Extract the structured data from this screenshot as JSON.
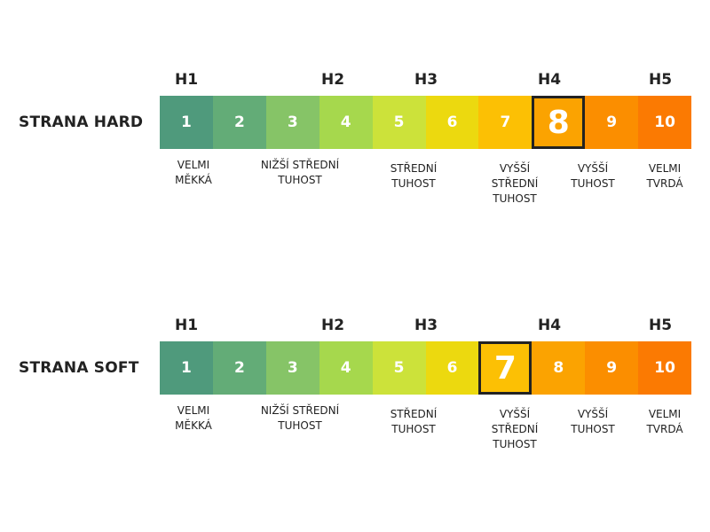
{
  "scales": [
    {
      "title": "STRANA HARD",
      "selected": 8,
      "h_labels": [
        "H1",
        "H2",
        "H3",
        "H4",
        "H5"
      ],
      "cells": [
        "1",
        "2",
        "3",
        "4",
        "5",
        "6",
        "7",
        "8",
        "9",
        "10"
      ],
      "categories": [
        "VELMI\nMĚKKÁ",
        "NIŽŠÍ STŘEDNÍ\nTUHOST",
        "STŘEDNÍ\nTUHOST",
        "VYŠŠÍ\nSTŘEDNÍ\nTUHOST",
        "VYŠŠÍ\nTUHOST",
        "VELMI\nTVRDÁ"
      ]
    },
    {
      "title": "STRANA SOFT",
      "selected": 7,
      "h_labels": [
        "H1",
        "H2",
        "H3",
        "H4",
        "H5"
      ],
      "cells": [
        "1",
        "2",
        "3",
        "4",
        "5",
        "6",
        "7",
        "8",
        "9",
        "10"
      ],
      "categories": [
        "VELMI\nMĚKKÁ",
        "NIŽŠÍ STŘEDNÍ\nTUHOST",
        "STŘEDNÍ\nTUHOST",
        "VYŠŠÍ\nSTŘEDNÍ\nTUHOST",
        "VYŠŠÍ\nTUHOST",
        "VELMI\nTVRDÁ"
      ]
    }
  ],
  "colors": [
    "#4f9a7c",
    "#63ac77",
    "#86c467",
    "#a6d84d",
    "#cce23a",
    "#ecd90f",
    "#fcc004",
    "#fba301",
    "#fb8e00",
    "#fb7a02"
  ]
}
